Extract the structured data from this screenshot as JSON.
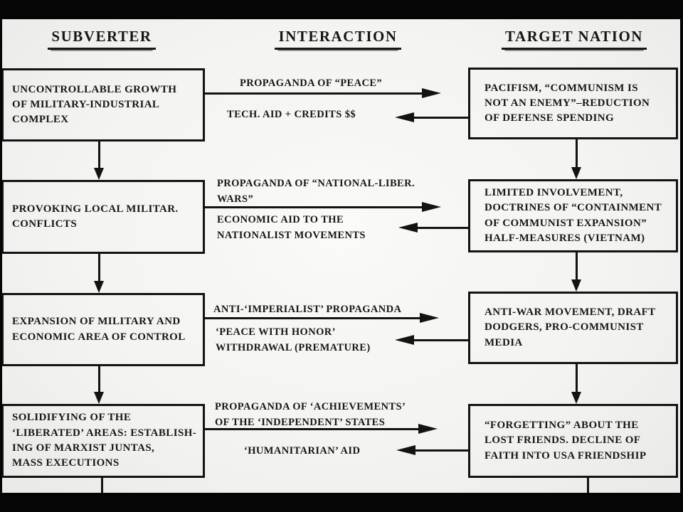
{
  "headers": {
    "subverter": "SUBVERTER",
    "interaction": "INTERACTION",
    "target": "TARGET NATION"
  },
  "rows": [
    {
      "subverter": "UNCONTROLLABLE GROWTH\nOF MILITARY-INDUSTRIAL\nCOMPLEX",
      "interaction_to_target": "PROPAGANDA OF “PEACE”",
      "interaction_to_subverter": "TECH. AID + CREDITS $$",
      "target": "PACIFISM, “COMMUNISM IS\nNOT AN ENEMY”–REDUCTION\nOF DEFENSE SPENDING"
    },
    {
      "subverter": "PROVOKING LOCAL MILITAR.\nCONFLICTS",
      "interaction_to_target": "PROPAGANDA OF “NATIONAL-LIBER.\nWARS”",
      "interaction_to_subverter": "ECONOMIC AID TO THE\nNATIONALIST MOVEMENTS",
      "target": "LIMITED INVOLVEMENT,\nDOCTRINES OF “CONTAINMENT\nOF COMMUNIST EXPANSION”\nHALF-MEASURES (VIETNAM)"
    },
    {
      "subverter": "EXPANSION OF MILITARY AND\nECONOMIC AREA OF CONTROL",
      "interaction_to_target": "ANTI-‘IMPERIALIST’ PROPAGANDA",
      "interaction_to_subverter": "‘PEACE WITH HONOR’\nWITHDRAWAL (PREMATURE)",
      "target": "ANTI-WAR MOVEMENT, DRAFT\nDODGERS, PRO-COMMUNIST\nMEDIA"
    },
    {
      "subverter": "SOLIDIFYING OF THE\n‘LIBERATED’ AREAS: ESTABLISH-\nING OF MARXIST JUNTAS,\nMASS EXECUTIONS",
      "interaction_to_target": "PROPAGANDA OF ‘ACHIEVEMENTS’\nOF THE ‘INDEPENDENT’ STATES",
      "interaction_to_subverter": "‘HUMANITARIAN’ AID",
      "target": "“FORGETTING” ABOUT THE\nLOST FRIENDS. DECLINE OF\nFAITH INTO USA FRIENDSHIP"
    }
  ],
  "colors": {
    "ink": "#1a1a1a",
    "paper": "#f2f2f0",
    "frame": "#000000"
  }
}
